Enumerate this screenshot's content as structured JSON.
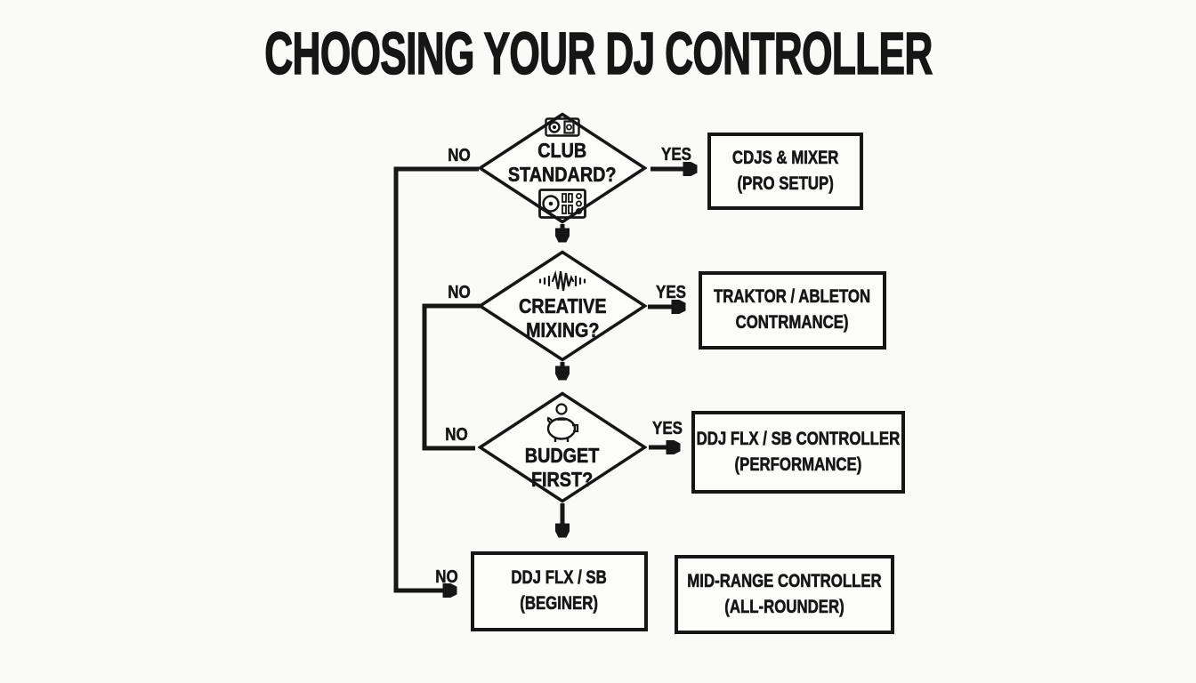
{
  "canvas": {
    "background": "#fafaf8",
    "ink": "#161616"
  },
  "title": "CHOOSING YOUR DJ CONTROLLER",
  "decisions": [
    {
      "line1": "CLUB",
      "line2": "STANDARD?",
      "icon_top": "speaker-deck-icon",
      "icon_bottom": "dj-controller-icon"
    },
    {
      "line1": "CREATIVE",
      "line2": "MIXING?",
      "icon_top": "waveform-icon"
    },
    {
      "line1": "BUDGET",
      "line2": "FIRST?",
      "icon_top": "piggy-bank-icon"
    }
  ],
  "results": [
    {
      "line1": "CDJS & MIXER",
      "line2": "(PRO SETUP)"
    },
    {
      "line1": "TRAKTOR / ABLETON",
      "line2": "CONTRMANCE)"
    },
    {
      "line1": "DDJ FLX / SB CONTROLLER",
      "line2": "(PERFORMANCE)"
    },
    {
      "line1": "DDJ FLX / SB",
      "line2": "(BEGINER)"
    },
    {
      "line1": "MID-RANGE CONTROLLER",
      "line2": "(ALL-ROUNDER)"
    }
  ],
  "edge_labels": {
    "club_yes": "YES",
    "club_no": "NO",
    "creative_yes": "YES",
    "creative_no": "NO",
    "budget_yes": "YES",
    "budget_no": "NO",
    "beginner_no": "NO"
  }
}
